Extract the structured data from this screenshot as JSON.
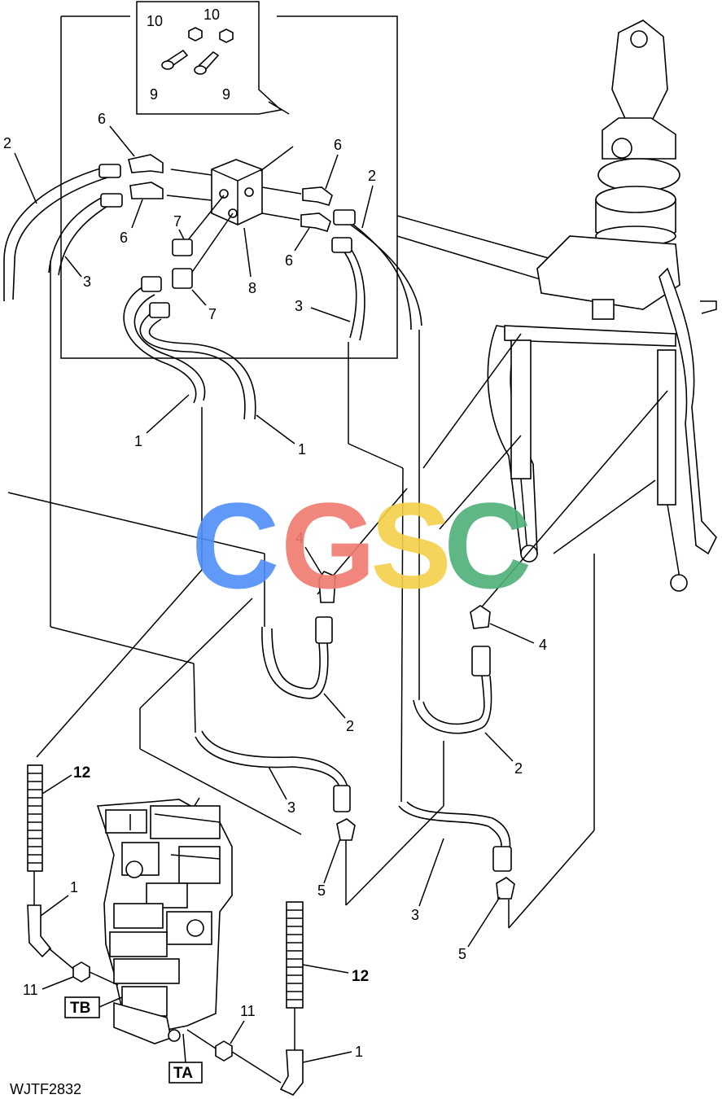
{
  "callouts": {
    "c10a": "10",
    "c10b": "10",
    "c9a": "9",
    "c9b": "9",
    "c6a": "6",
    "c6b": "6",
    "c6c": "6",
    "c6d": "6",
    "c2a": "2",
    "c2b": "2",
    "c2c": "2",
    "c2d": "2",
    "c3a": "3",
    "c3b": "3",
    "c3c": "3",
    "c3d": "3",
    "c7a": "7",
    "c7b": "7",
    "c8": "8",
    "c1a": "1",
    "c1b": "1",
    "c1c": "1",
    "c1d": "1",
    "c4a": "4",
    "c4b": "4",
    "c5a": "5",
    "c5b": "5",
    "c11a": "11",
    "c11b": "11",
    "c12a": "12",
    "c12b": "12"
  },
  "port_labels": {
    "tb": "TB",
    "ta": "TA"
  },
  "figure_id": "WJTF2832",
  "watermark": {
    "letters": [
      "C",
      "G",
      "S",
      "C"
    ],
    "colors": [
      "#4f8ef7",
      "#f07a70",
      "#f5d04a",
      "#4fb07a"
    ]
  },
  "icons": [
    "lift-arm-hitch",
    "rotary-actuator",
    "hydraulic-valve-block",
    "hydraulic-hose",
    "elbow-fitting",
    "protective-spring-sleeve"
  ]
}
